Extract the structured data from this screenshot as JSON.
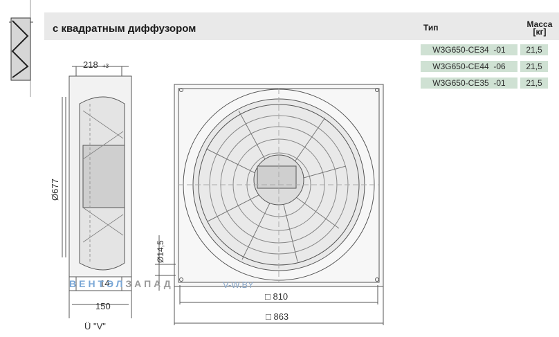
{
  "header": {
    "title": "с квадратным диффузором",
    "col_type": "Тип",
    "col_mass_line1": "Масса",
    "col_mass_line2": "[кг]"
  },
  "rows": [
    {
      "type": "W3G650-CE34  -01",
      "mass": "21,5"
    },
    {
      "type": "W3G650-CE44  -06",
      "mass": "21,5"
    },
    {
      "type": "W3G650-CE35  -01",
      "mass": "21,5"
    }
  ],
  "dimensions": {
    "depth": "218",
    "depth_tol": "+3",
    "diameter": "Ø677",
    "hole": "Ø14,5",
    "offset_14": "14",
    "offset_150": "150",
    "square_810": "□ 810",
    "square_863": "□ 863",
    "view_label": "Ü \"V\""
  },
  "watermark": {
    "part1": "ВЕНТЭЛ",
    "part2": "ЗАПАД",
    "url": "V-W.BY"
  },
  "colors": {
    "header_bg": "#e9e9e9",
    "cell_bg": "#cfe1d3",
    "line": "#555555"
  }
}
